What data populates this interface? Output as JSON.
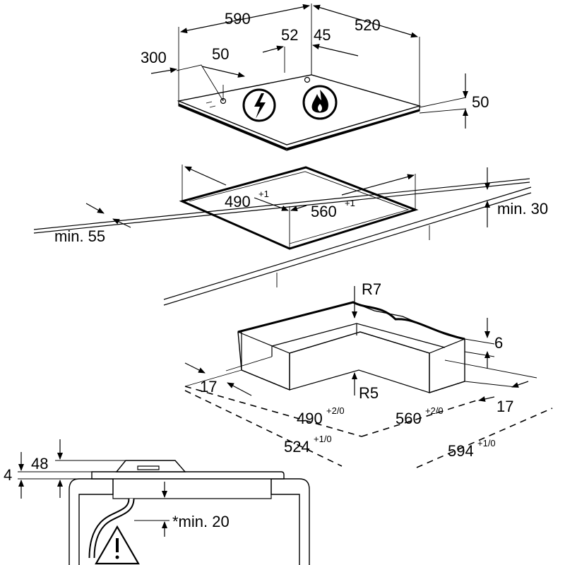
{
  "hob": {
    "width": "590",
    "depth": "520",
    "gas_offset_left": "52",
    "gas_offset_right": "45",
    "side_offset": "300",
    "front_offset": "50",
    "height": "50",
    "icons": [
      "electric-connection-icon",
      "gas-connection-icon"
    ]
  },
  "cutout": {
    "depth_label": "490",
    "depth_tol": "+1",
    "width_label": "560",
    "width_tol": "+1",
    "edge_min": "min. 55",
    "rear_min": "min. 30"
  },
  "frame": {
    "r7": "R7",
    "r5": "R5",
    "rebate": "6",
    "border_left": "17",
    "border_right": "17",
    "inner_depth": "490",
    "inner_depth_tol": "+2/0",
    "inner_width": "560",
    "inner_width_tol": "+2/0",
    "outer_depth": "524",
    "outer_depth_tol": "+1/0",
    "outer_width": "594",
    "outer_width_tol": "+1/0"
  },
  "section": {
    "total_height": "48",
    "glass_thickness": "4",
    "below_min": "*min. 20",
    "warning_icon": "warning-triangle-icon"
  }
}
